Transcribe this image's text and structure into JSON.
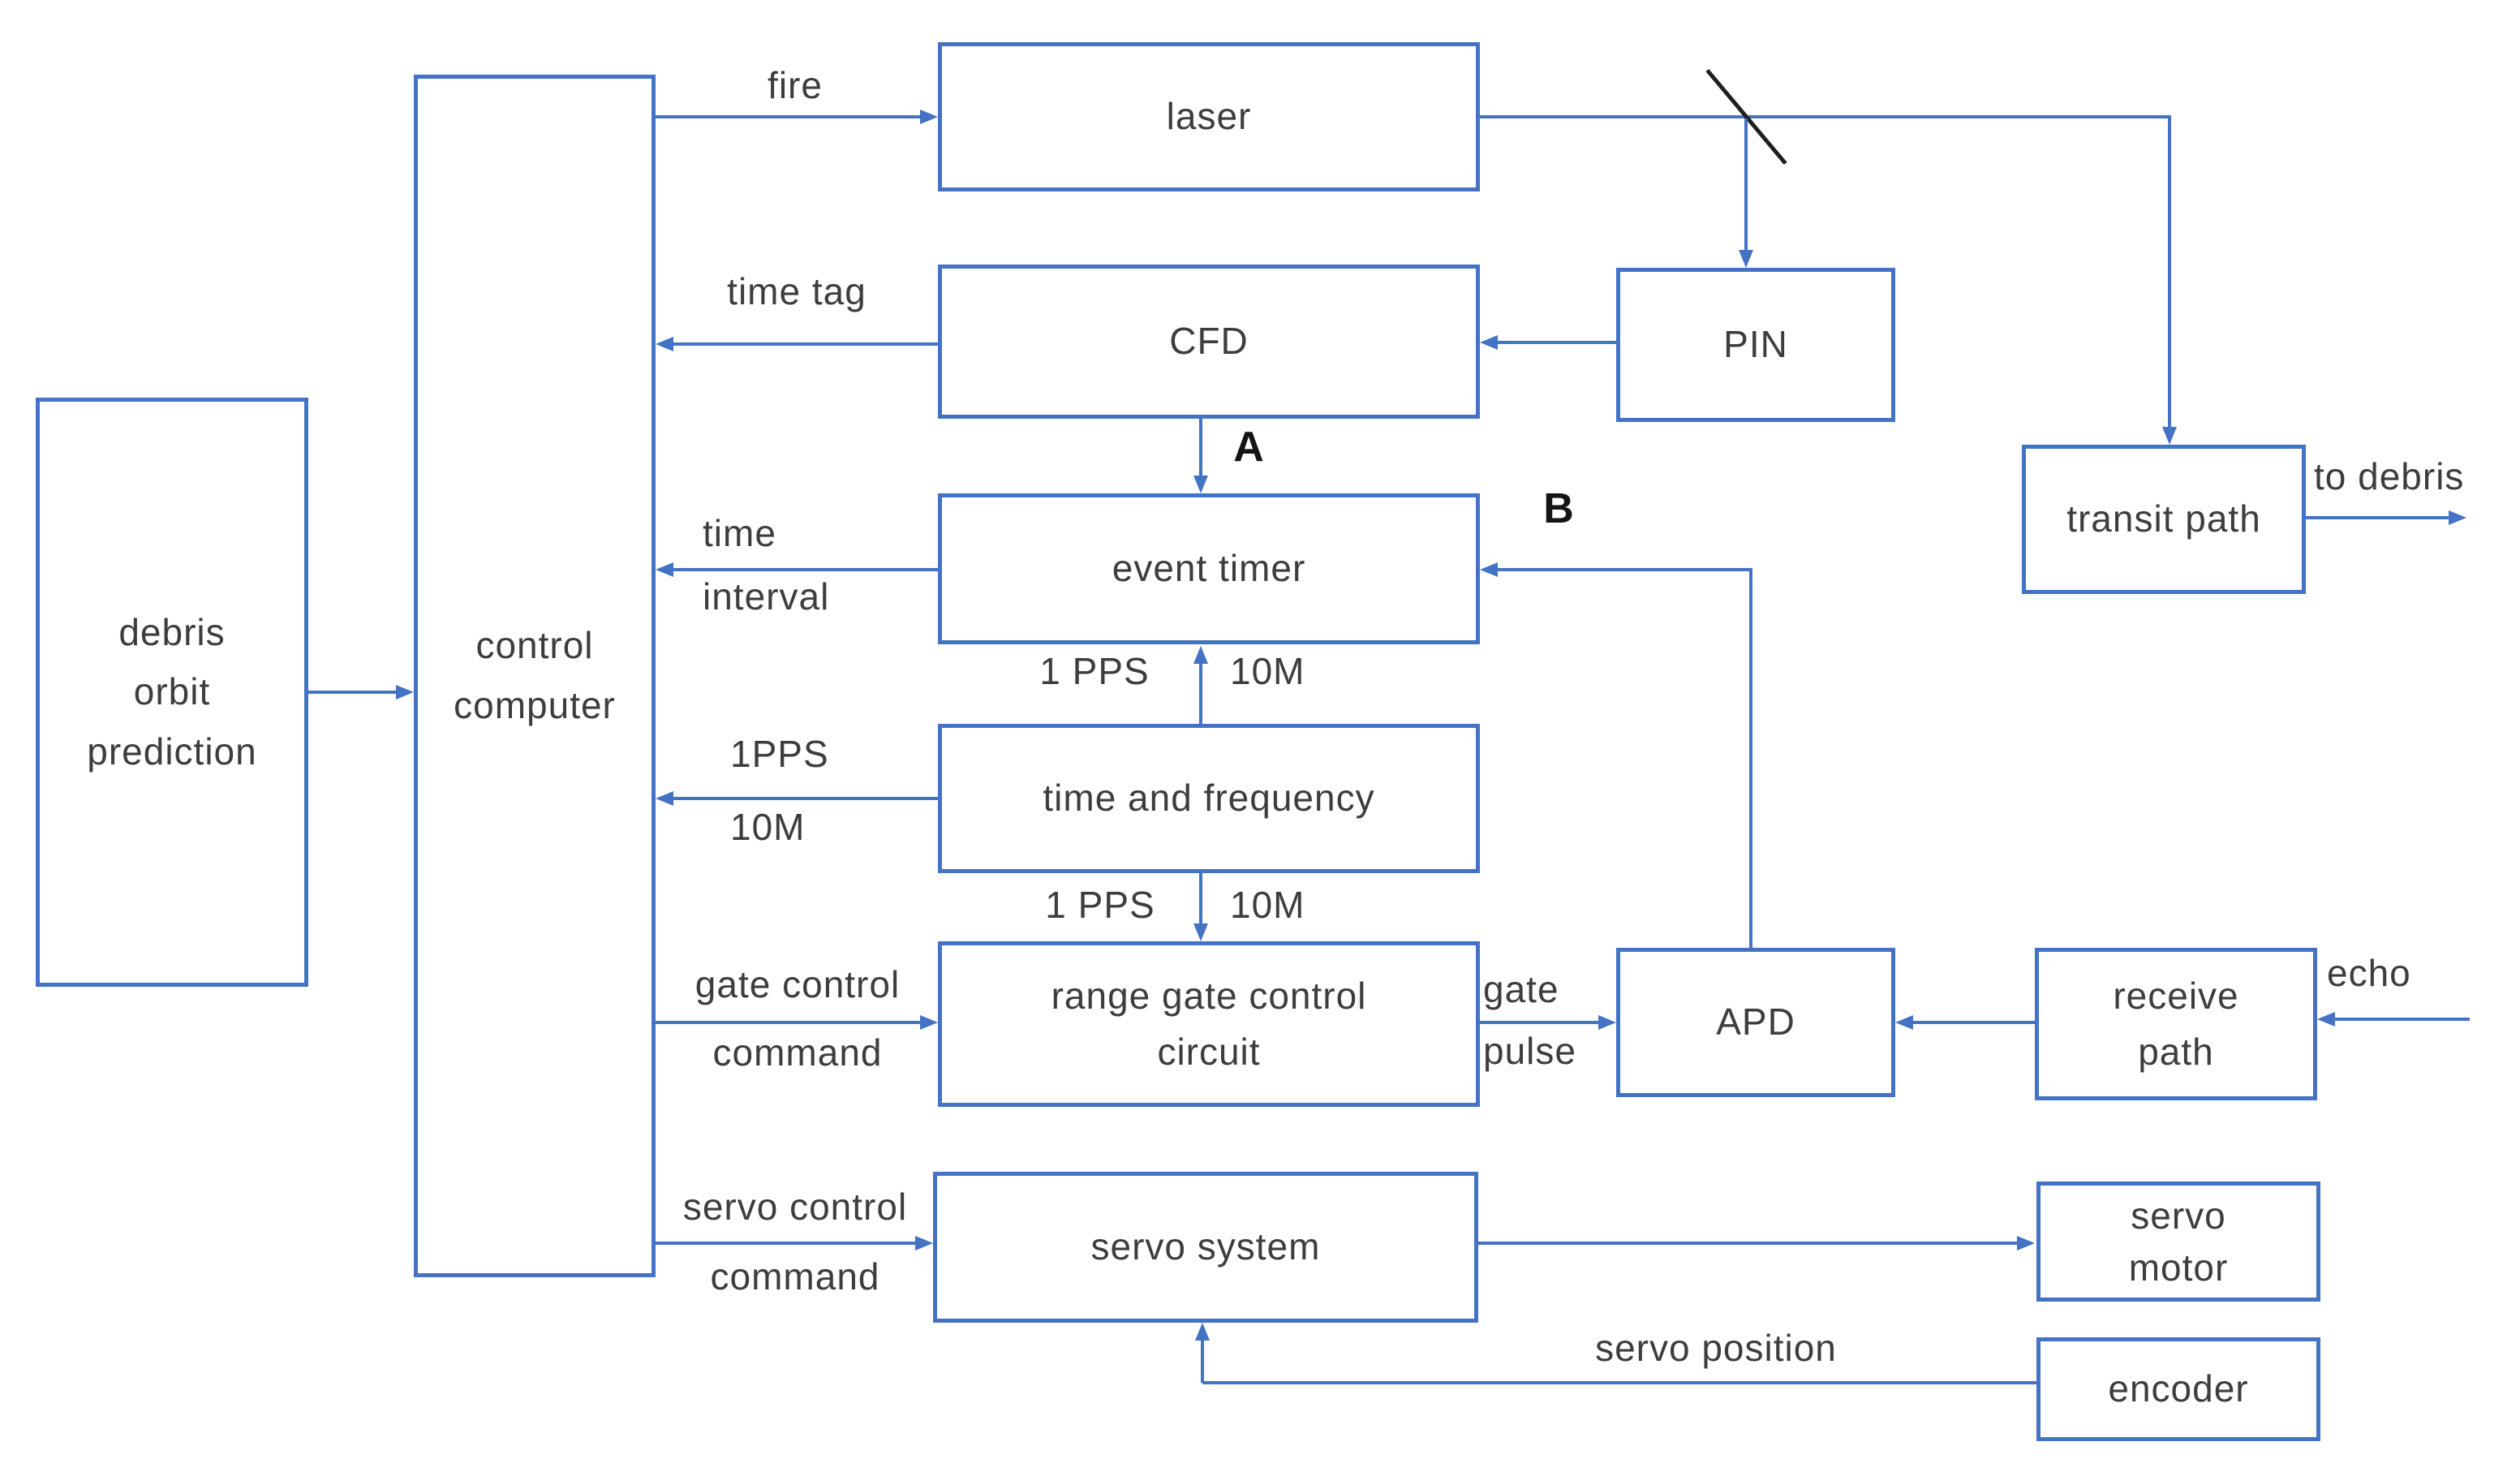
{
  "colors": {
    "line": "#4472c4",
    "border": "#4472c4",
    "text": "#3d3d3d",
    "annotation": "#141414",
    "beam_splitter": "#1f1f1f",
    "bg": "#ffffff"
  },
  "nodes": {
    "debris_orbit_prediction": {
      "label": "debris\norbit\nprediction"
    },
    "control_computer": {
      "label": "control\ncomputer"
    },
    "laser": {
      "label": "laser"
    },
    "cfd": {
      "label": "CFD"
    },
    "pin": {
      "label": "PIN"
    },
    "event_timer": {
      "label": "event timer"
    },
    "time_and_frequency": {
      "label": "time and frequency"
    },
    "range_gate_control": {
      "label": "range gate control\ncircuit"
    },
    "servo_system": {
      "label": "servo system"
    },
    "apd": {
      "label": "APD"
    },
    "transit_path": {
      "label": "transit path"
    },
    "receive_path": {
      "label": "receive\npath"
    },
    "servo_motor": {
      "label": "servo\nmotor"
    },
    "encoder": {
      "label": "encoder"
    }
  },
  "edge_labels": {
    "fire": "fire",
    "time_tag": "time tag",
    "time": "time",
    "interval": "interval",
    "pps_left": "1PPS",
    "m10_left": "10M",
    "pps_upper": "1 PPS",
    "m10_upper": "10M",
    "pps_lower": "1 PPS",
    "m10_lower": "10M",
    "gate_control": "gate control",
    "gate_command": "command",
    "servo_control": "servo control",
    "servo_command": "command",
    "gate": "gate",
    "pulse": "pulse",
    "echo": "echo",
    "to_debris": "to debris",
    "servo_position": "servo position"
  },
  "annotations": {
    "a": "A",
    "b": "B"
  }
}
